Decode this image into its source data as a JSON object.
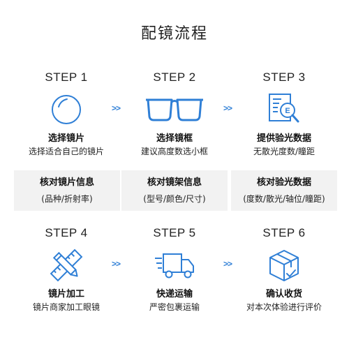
{
  "title": "配镜流程",
  "arrow": ">>",
  "steps": [
    {
      "label": "STEP 1",
      "name": "选择镜片",
      "desc": "选择适合自己的镜片",
      "icon": "lens-icon"
    },
    {
      "label": "STEP 2",
      "name": "选择镜框",
      "desc": "建议高度数选小框",
      "icon": "glasses-icon"
    },
    {
      "label": "STEP 3",
      "name": "提供验光数据",
      "desc": "无散光度数/瞳距",
      "icon": "eye-chart-search-icon"
    },
    {
      "label": "STEP 4",
      "name": "镜片加工",
      "desc": "镜片商家加工眼镜",
      "icon": "ruler-pencil-icon"
    },
    {
      "label": "STEP 5",
      "name": "快递运输",
      "desc": "严密包裹运输",
      "icon": "delivery-truck-icon"
    },
    {
      "label": "STEP 6",
      "name": "确认收货",
      "desc": "对本次体验进行评价",
      "icon": "package-box-icon"
    }
  ],
  "checks": [
    {
      "title": "核对镜片信息",
      "desc": "(品种/折射率)"
    },
    {
      "title": "核对镜架信息",
      "desc": "(型号/颜色/尺寸)"
    },
    {
      "title": "核对验光数据",
      "desc": "(度数/散光/轴位/瞳距)"
    }
  ],
  "colors": {
    "accent": "#2f7fd6",
    "panel": "#f2f2f2"
  }
}
